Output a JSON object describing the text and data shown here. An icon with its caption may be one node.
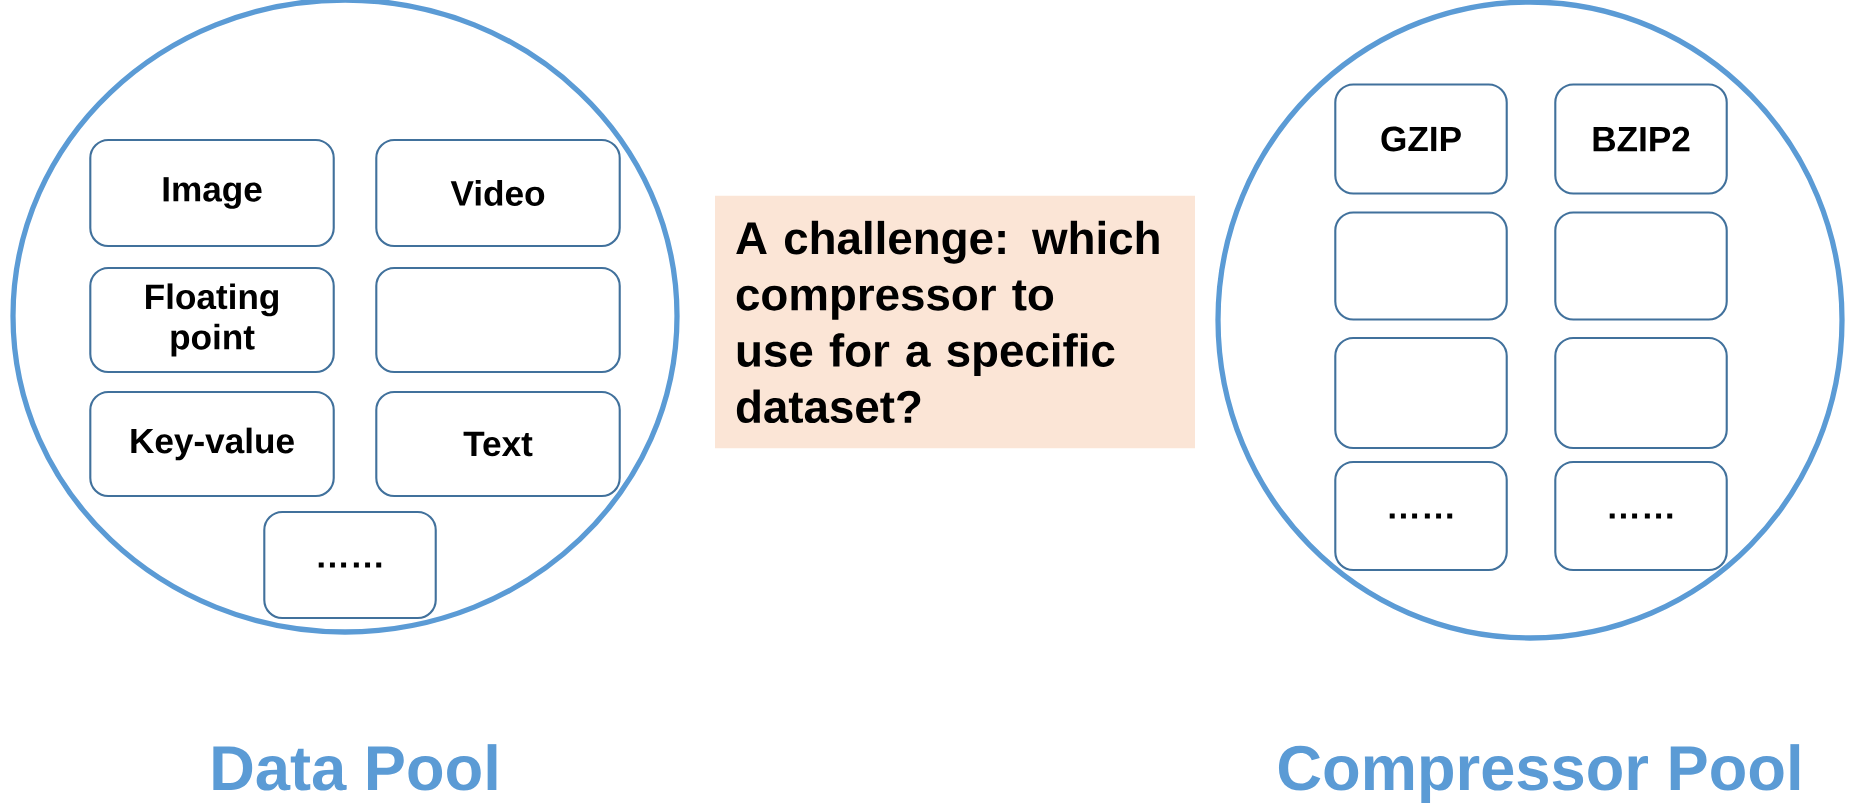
{
  "diagram": {
    "nodes": [
      {
        "text": [
          "Data Pool"
        ]
      },
      {
        "text": [
          "Image"
        ],
        "in": 0
      },
      {
        "text": [
          "Video"
        ],
        "in": 0
      },
      {
        "text": [
          "Floating point"
        ],
        "in": 0
      },
      {
        "text": [],
        "shape": "box",
        "in": 0
      },
      {
        "text": [
          "Key-value"
        ],
        "in": 0
      },
      {
        "text": [
          "Text"
        ],
        "in": 0
      },
      {
        "text": [
          "……"
        ],
        "in": 0
      },
      {
        "text": [
          "Compressor Pool"
        ]
      },
      {
        "text": [
          "GZIP"
        ],
        "in": 8
      },
      {
        "text": [
          "BZIP2"
        ],
        "in": 8
      },
      {
        "text": [],
        "shape": "box",
        "in": 8
      },
      {
        "text": [],
        "shape": "box",
        "in": 8
      },
      {
        "text": [],
        "shape": "box",
        "in": 8
      },
      {
        "text": [],
        "shape": "box",
        "in": 8
      },
      {
        "text": [
          "……"
        ],
        "in": 8
      },
      {
        "text": [
          "……"
        ],
        "in": 8
      },
      {
        "text": [
          "A challenge: which compressor to use for a specific dataset?"
        ]
      }
    ]
  }
}
